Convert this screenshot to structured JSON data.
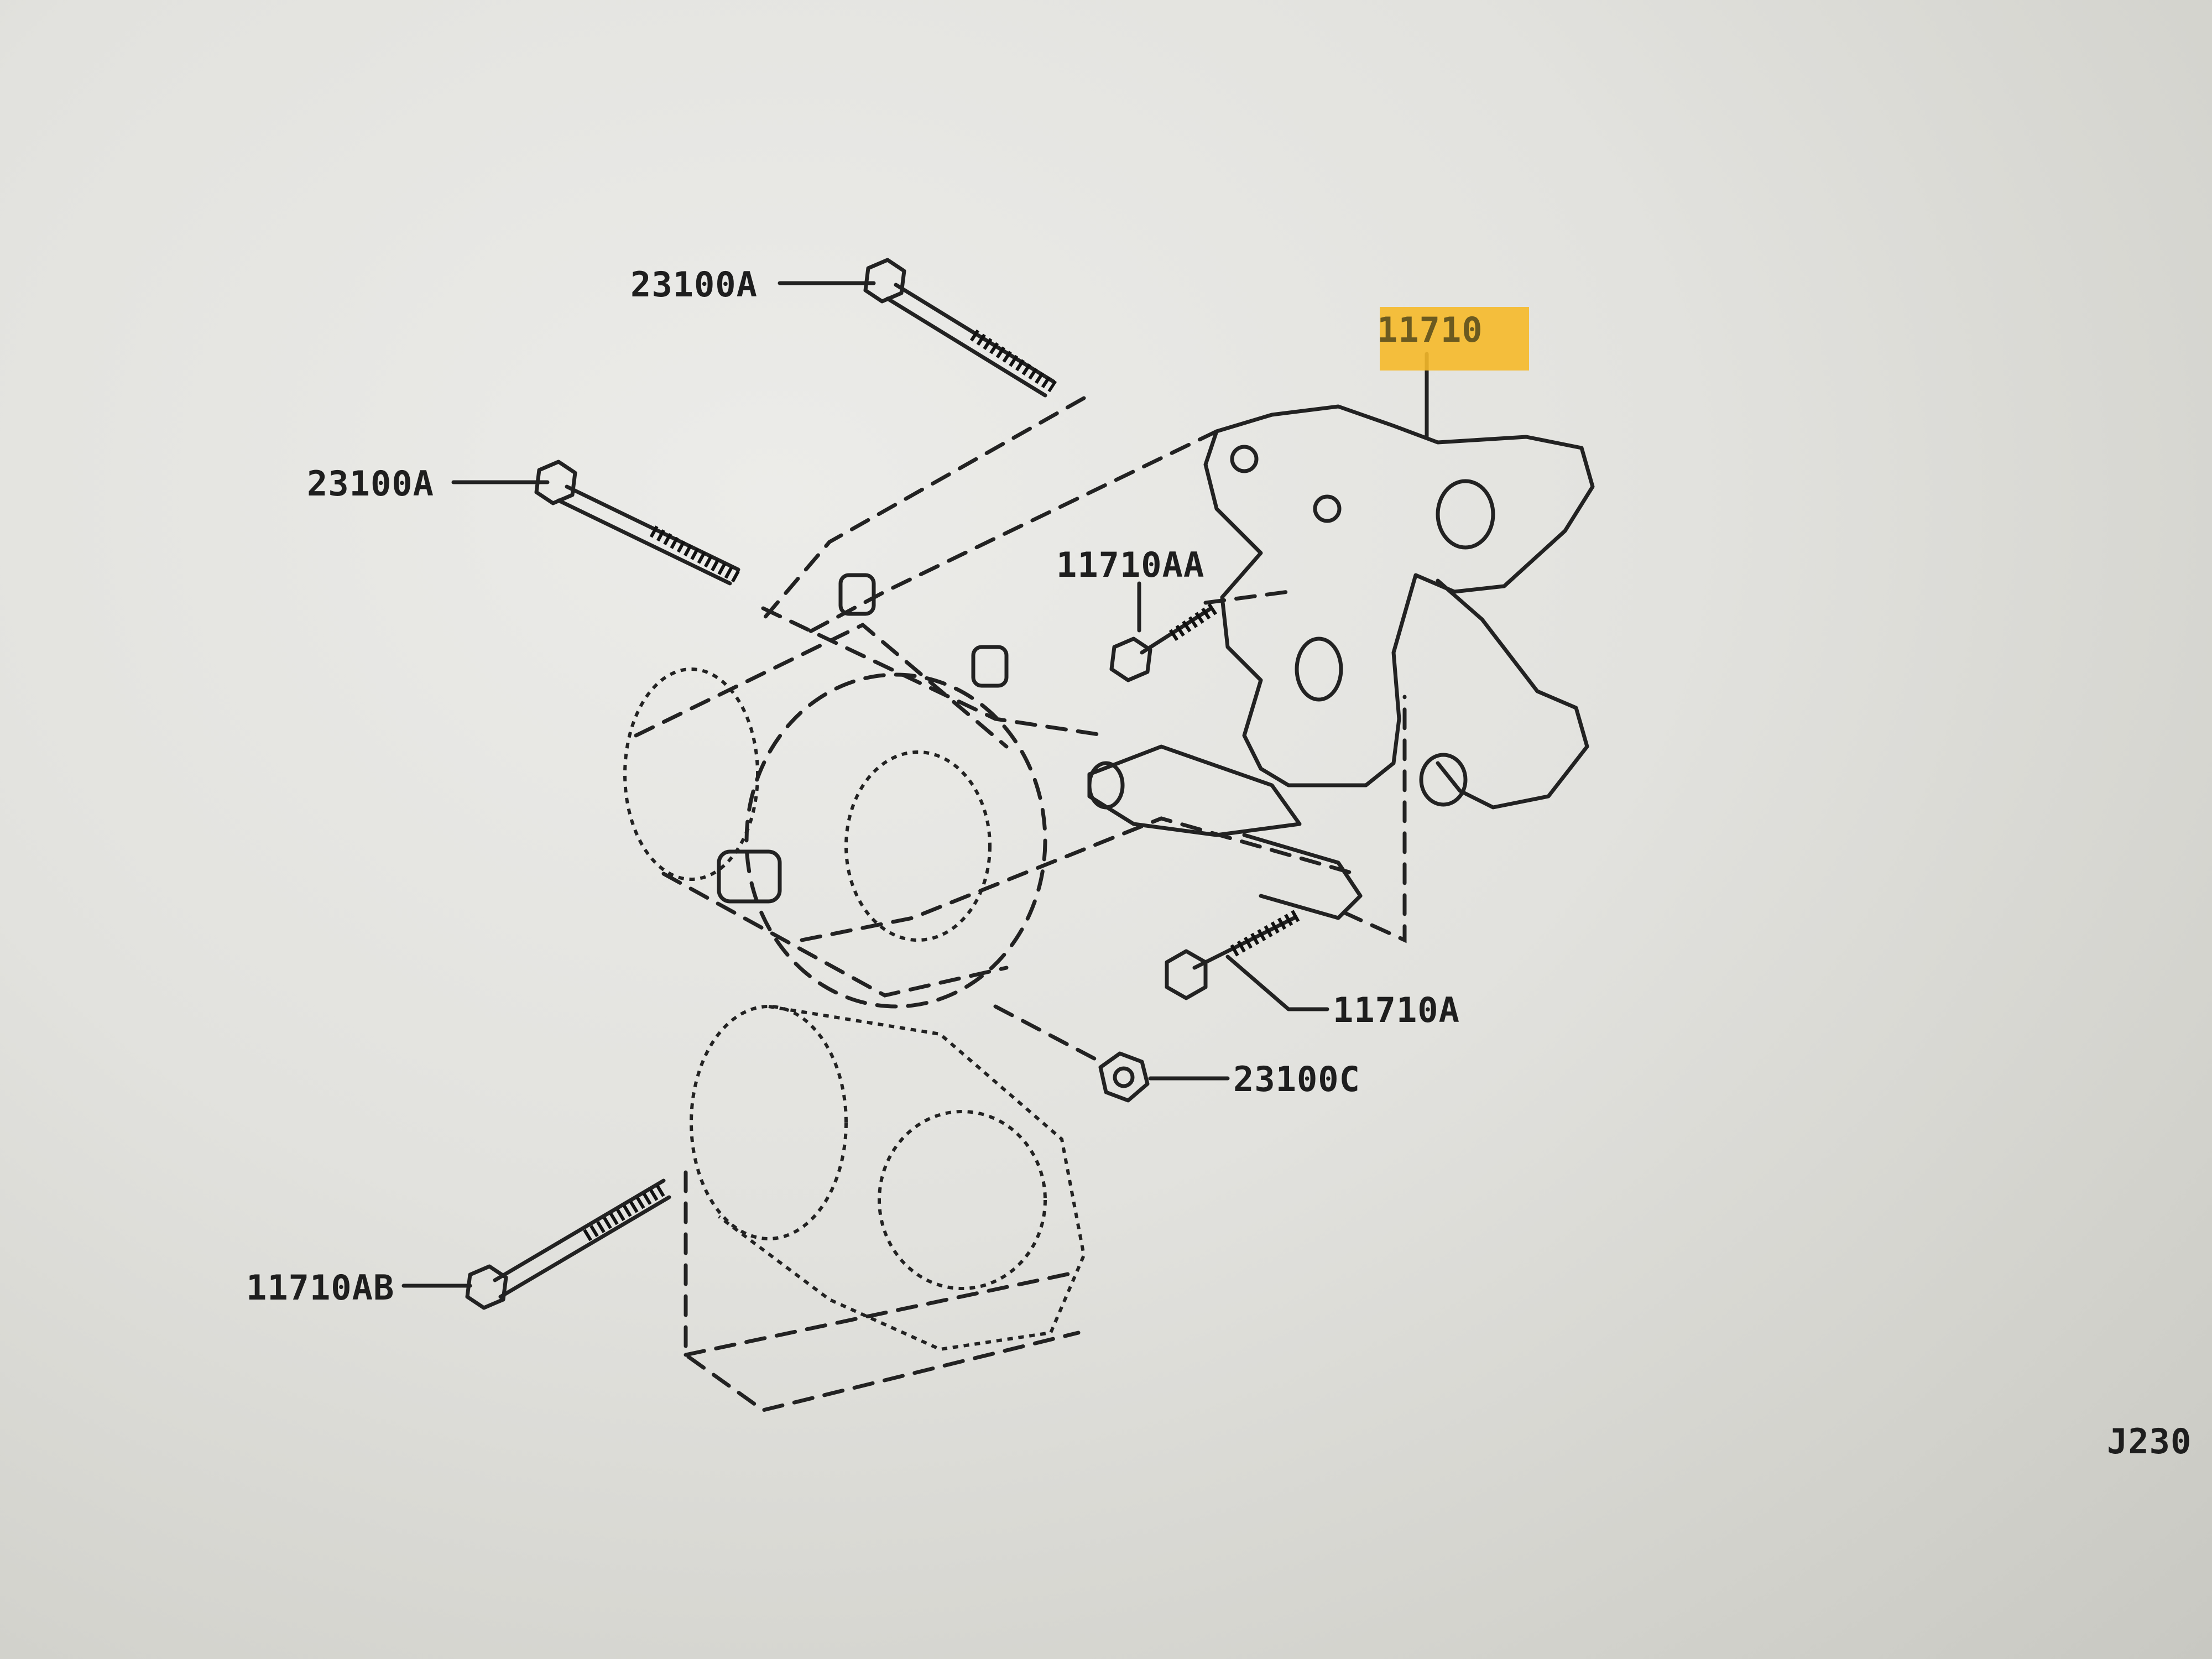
{
  "highlight_color": "#f5b92a",
  "ink_color": "#222222",
  "callouts": {
    "bolt_top": "23100A",
    "bolt_left": "23100A",
    "bracket": "11710",
    "small_bolt": "11710AA",
    "lower_bolt": "11710A",
    "nut": "23100C",
    "comp_bolt": "11710AB"
  },
  "figure_code": "J230"
}
